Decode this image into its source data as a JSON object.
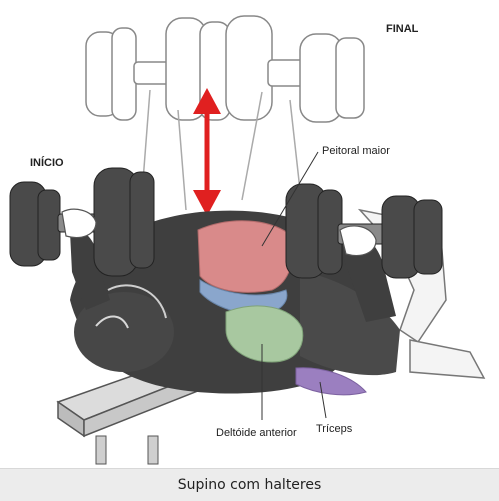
{
  "labels": {
    "start": "INÍCIO",
    "final": "FINAL",
    "pectoral": "Peitoral maior",
    "deltoid": "Deltóide anterior",
    "triceps": "Tríceps"
  },
  "caption": "Supino com halteres",
  "colors": {
    "arrow": "#e02020",
    "pectoral": "#d98a8a",
    "pectoral_lower": "#8aa6cc",
    "deltoid": "#a8c8a0",
    "triceps": "#9b7fc0",
    "body": "#3f3f3f"
  }
}
